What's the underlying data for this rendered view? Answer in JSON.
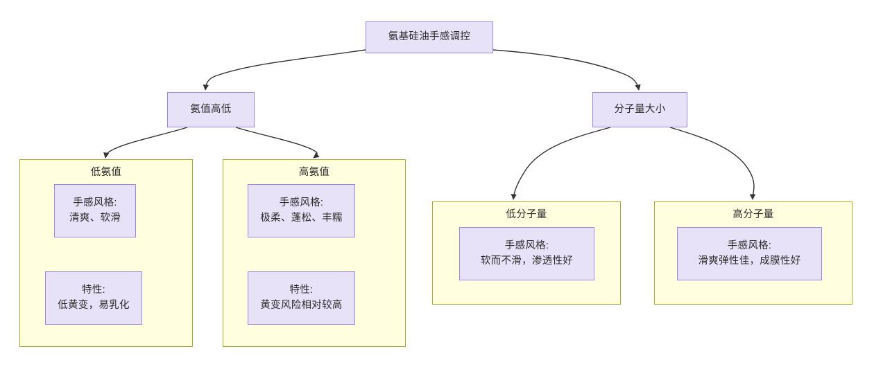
{
  "diagram": {
    "title_node": {
      "label": "氨基硅油手感调控"
    },
    "branches": [
      {
        "id": "amine-value",
        "label": "氨值高低"
      },
      {
        "id": "molecular-weight",
        "label": "分子量大小"
      }
    ],
    "groups": [
      {
        "id": "low-amine",
        "title": "低氨值",
        "cards": [
          {
            "id": "low-amine-handfeel",
            "line1": "手感风格:",
            "line2": "清爽、软滑"
          },
          {
            "id": "low-amine-property",
            "line1": "特性:",
            "line2": "低黄变，易乳化"
          }
        ]
      },
      {
        "id": "high-amine",
        "title": "高氨值",
        "cards": [
          {
            "id": "high-amine-handfeel",
            "line1": "手感风格:",
            "line2": "极柔、蓬松、丰糯"
          },
          {
            "id": "high-amine-property",
            "line1": "特性:",
            "line2": "黄变风险相对较高"
          }
        ]
      },
      {
        "id": "low-mw",
        "title": "低分子量",
        "cards": [
          {
            "id": "low-mw-handfeel",
            "line1": "手感风格:",
            "line2": "软而不滑，渗透性好"
          }
        ]
      },
      {
        "id": "high-mw",
        "title": "高分子量",
        "cards": [
          {
            "id": "high-mw-handfeel",
            "line1": "手感风格:",
            "line2": "滑爽弹性佳，成膜性好"
          }
        ]
      }
    ],
    "colors": {
      "node_fill": "#e7e2f8",
      "node_border": "#9b87dd",
      "group_fill": "#ffffe0",
      "group_border": "#aaaa33",
      "edge": "#333333",
      "text": "#2b2b2b",
      "background": "#ffffff"
    }
  }
}
